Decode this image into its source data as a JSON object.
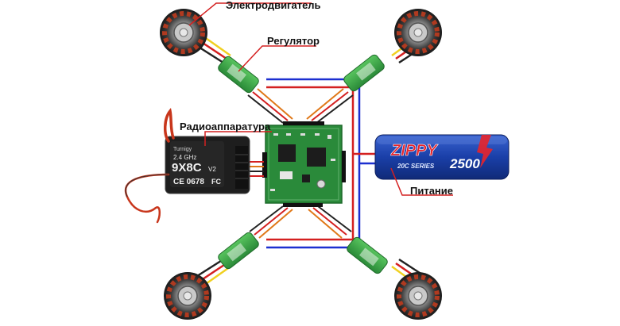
{
  "labels": {
    "motor": "Электродвигатель",
    "esc": "Регулятор",
    "receiver": "Радиоаппаратура",
    "power": "Питание"
  },
  "receiver": {
    "brand": "Turnigy",
    "freq": "2.4 GHz",
    "model": "9X8C",
    "model_suffix": "V2",
    "ce": "CE 0678",
    "fcc": "FC"
  },
  "battery": {
    "brand": "ZIPPY",
    "capacity": "2500",
    "series": "20C SERIES"
  },
  "colors": {
    "wire_red": "#d42020",
    "wire_blue": "#1c2fd0",
    "wire_orange": "#e07818",
    "wire_yellow": "#f0d020",
    "wire_black": "#222222",
    "esc_green": "#39a845",
    "pcb_green": "#2a8a3a",
    "battery_blue": "#1a3fa8",
    "antenna_red": "#c8361c",
    "receiver_black": "#1e1e1e"
  },
  "icons": [
    "motor-icon",
    "esc-icon",
    "flight-controller-board",
    "receiver-icon",
    "battery-icon"
  ]
}
